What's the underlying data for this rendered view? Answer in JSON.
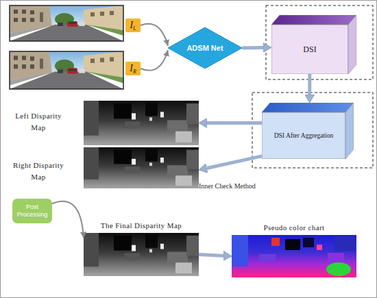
{
  "diagram": {
    "nodes": [
      {
        "text": [
          "I",
          "L"
        ]
      },
      {
        "text": [
          "I",
          "R"
        ]
      },
      {
        "text": [
          "ADSM Net"
        ]
      },
      {
        "text": [
          "DSI"
        ]
      },
      {
        "text": [
          "Left Disparity Map"
        ]
      },
      {
        "text": [
          "DSI After Aggregation"
        ]
      },
      {
        "text": [
          "Right Disparity Map"
        ]
      },
      {
        "text": [
          "Post Processing"
        ]
      },
      {
        "text": [
          "The Final Disparity Map"
        ]
      },
      {
        "text": [
          "Pseudo color chart"
        ]
      }
    ],
    "edges": [
      {
        "from": 0,
        "to": 2,
        "arrow": "to"
      },
      {
        "from": 1,
        "to": 2,
        "arrow": "to"
      },
      {
        "from": 2,
        "to": 3,
        "arrow": "to"
      },
      {
        "from": 3,
        "to": 5,
        "arrow": "to"
      },
      {
        "from": 5,
        "to": 4,
        "arrow": "to"
      },
      {
        "from": 5,
        "to": 6,
        "arrow": "to"
      },
      {
        "from": 7,
        "to": 8,
        "arrow": "to"
      },
      {
        "from": 8,
        "to": 9,
        "arrow": "to"
      }
    ],
    "labels": [
      "Inner Check Method"
    ]
  }
}
